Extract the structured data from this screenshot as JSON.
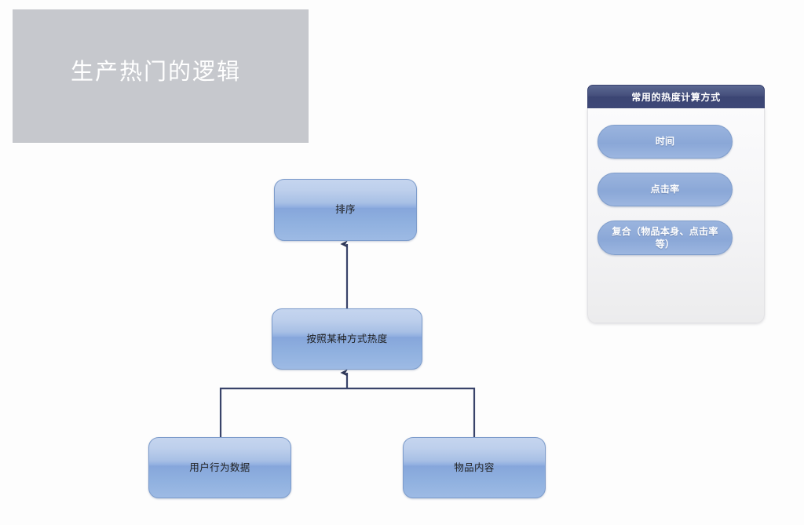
{
  "title_banner": {
    "text": "生产热门的逻辑",
    "background_color": "#c6c8cd",
    "text_color": "#ffffff"
  },
  "flowchart": {
    "nodes": [
      {
        "id": "sort",
        "label": "排序"
      },
      {
        "id": "heat",
        "label": "按照某种方式热度"
      },
      {
        "id": "user_behavior",
        "label": "用户行为数据"
      },
      {
        "id": "item_content",
        "label": "物品内容"
      }
    ],
    "edges": [
      {
        "from": "heat",
        "to": "sort",
        "arrow": "up"
      },
      {
        "from": "user_behavior",
        "to": "heat",
        "arrow": "up"
      },
      {
        "from": "item_content",
        "to": "heat",
        "arrow": "up"
      }
    ],
    "node_fill_top": "#c5d5ef",
    "node_fill_bottom": "#9dbae4",
    "node_border": "#7d9ccb",
    "connector_color": "#353f63"
  },
  "side_panel": {
    "header": "常用的热度计算方式",
    "header_color": "#3b4573",
    "items": [
      {
        "id": "time",
        "label": "时间"
      },
      {
        "id": "ctr",
        "label": "点击率"
      },
      {
        "id": "composite",
        "label": "复合（物品本身、点击率等）"
      }
    ],
    "item_fill": "#8aa7d7",
    "body_background": "#f4f4f6"
  }
}
